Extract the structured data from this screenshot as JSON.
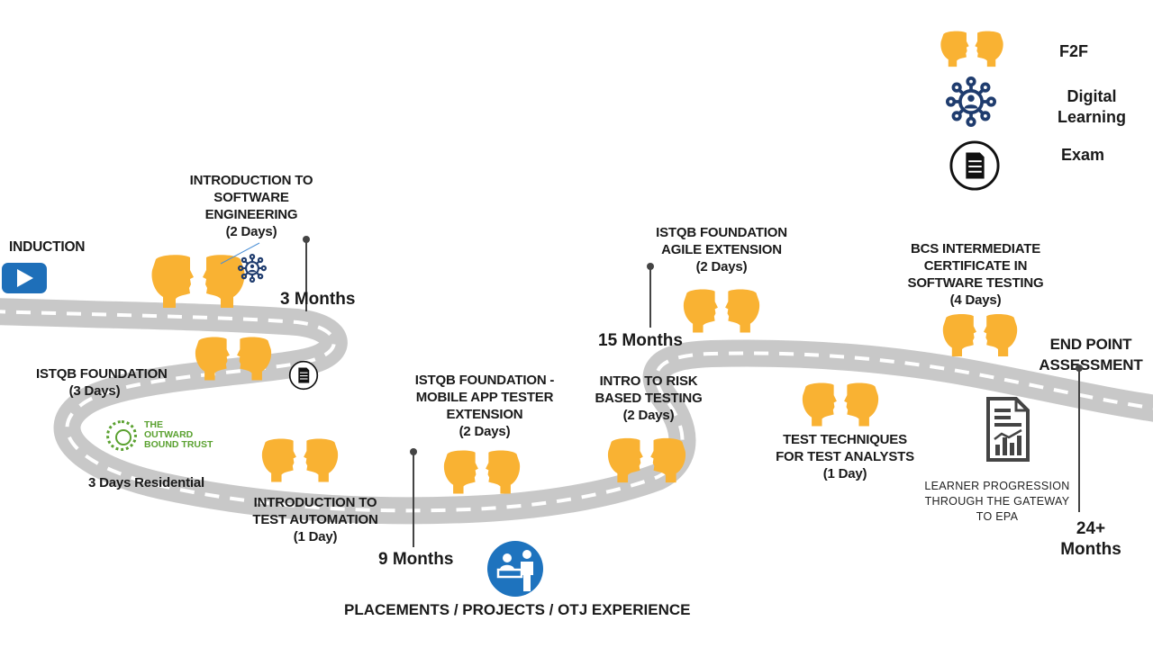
{
  "legend": {
    "items": [
      {
        "icon": "f2f-heads-icon",
        "label": "F2F"
      },
      {
        "icon": "digital-learning-icon",
        "label_lines": [
          "Digital",
          "Learning"
        ]
      },
      {
        "icon": "exam-icon",
        "label": "Exam"
      }
    ]
  },
  "colors": {
    "road": "#c8c8c8",
    "road_dash": "#ffffff",
    "heads": "#f9b233",
    "digital": "#1f3c6e",
    "play": "#1e6fb9",
    "placements": "#1e73be",
    "outward_bound": "#5aa130",
    "marker": "#444444"
  },
  "milestones": {
    "induction": {
      "label": "INDUCTION",
      "icon": "play-button-icon"
    },
    "intro_software_engineering": {
      "lines": [
        "INTRODUCTION TO",
        "SOFTWARE",
        "ENGINEERING",
        "(2 Days)"
      ]
    },
    "istqb_foundation": {
      "lines": [
        "ISTQB FOUNDATION",
        "(3 Days)"
      ]
    },
    "outward_bound": {
      "logo_lines": [
        "THE",
        "OUTWARD",
        "BOUND TRUST"
      ],
      "caption": "3 Days Residential"
    },
    "intro_test_automation": {
      "lines": [
        "INTRODUCTION TO",
        "TEST AUTOMATION",
        "(1 Day)"
      ]
    },
    "istqb_mobile": {
      "lines": [
        "ISTQB FOUNDATION -",
        "MOBILE APP TESTER",
        "EXTENSION",
        "(2 Days)"
      ]
    },
    "intro_risk": {
      "lines": [
        "INTRO TO RISK",
        "BASED TESTING",
        "(2 Days)"
      ]
    },
    "istqb_agile": {
      "lines": [
        "ISTQB FOUNDATION",
        "AGILE EXTENSION",
        "(2 Days)"
      ]
    },
    "test_techniques": {
      "lines": [
        "TEST TECHNIQUES",
        "FOR TEST ANALYSTS",
        "(1 Day)"
      ]
    },
    "bcs_intermediate": {
      "lines": [
        "BCS INTERMEDIATE",
        "CERTIFICATE IN",
        "SOFTWARE TESTING",
        "(4 Days)"
      ]
    },
    "end_point": {
      "lines": [
        "END POINT",
        "ASSESSMENT"
      ]
    },
    "gateway": {
      "lines": [
        "LEARNER  PROGRESSION",
        "THROUGH  THE GATEWAY",
        "TO EPA"
      ]
    },
    "placements": {
      "label": "PLACEMENTS / PROJECTS / OTJ EXPERIENCE"
    }
  },
  "timeline_markers": [
    {
      "id": "m3",
      "label": "3 Months"
    },
    {
      "id": "m9",
      "label": "9 Months"
    },
    {
      "id": "m15",
      "label": "15 Months"
    },
    {
      "id": "m24",
      "lines": [
        "24+",
        "Months"
      ]
    }
  ]
}
